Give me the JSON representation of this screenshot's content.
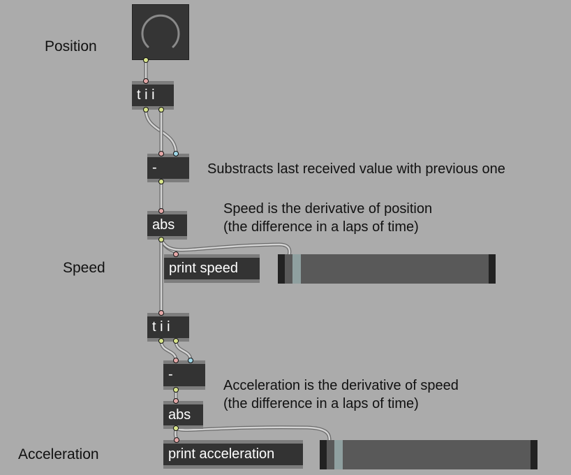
{
  "labels": {
    "position": "Position",
    "speed": "Speed",
    "acceleration": "Acceleration"
  },
  "comments": {
    "subtract": "Substracts last received value with previous one",
    "speed_line1": "Speed is the derivative of position",
    "speed_line2": "(the difference in a laps of time)",
    "accel_line1": "Acceleration is the derivative of speed",
    "accel_line2": "(the difference in a laps of time)"
  },
  "objects": {
    "trigger1": "t i i",
    "minus1": "-",
    "abs1": "abs",
    "print_speed": "print speed",
    "trigger2": "t i i",
    "minus2": "-",
    "abs2": "abs",
    "print_accel": "print acceleration"
  },
  "sliders": {
    "speed_value": 0.04,
    "accel_value": 0.04
  },
  "colors": {
    "background": "#ababab",
    "object_fill": "#333333",
    "inlet": "#e5a8a8",
    "outlet": "#d9e58c",
    "cold_inlet": "#9fd6e6"
  }
}
